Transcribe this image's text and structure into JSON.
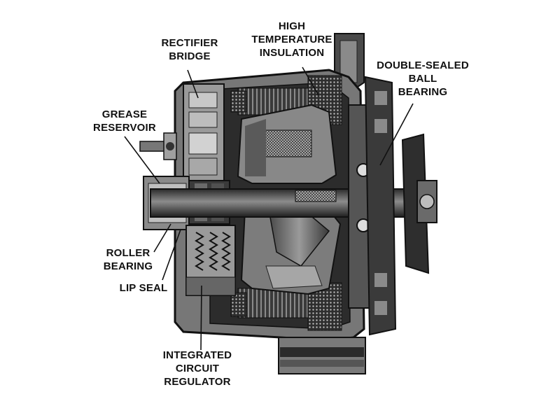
{
  "labels": {
    "rectifier_bridge": [
      "RECTIFIER",
      "BRIDGE"
    ],
    "high_temp_insulation": [
      "HIGH",
      "TEMPERATURE",
      "INSULATION"
    ],
    "double_sealed_bearing": [
      "DOUBLE-SEALED",
      "BALL",
      "BEARING"
    ],
    "grease_reservoir": [
      "GREASE",
      "RESERVOIR"
    ],
    "roller_bearing": [
      "ROLLER",
      "BEARING"
    ],
    "lip_seal": [
      "LIP SEAL"
    ],
    "ic_regulator": [
      "INTEGRATED",
      "CIRCUIT",
      "REGULATOR"
    ]
  },
  "colors": {
    "ink": "#111111",
    "dark": "#2b2b2b",
    "mid": "#6e6e6e",
    "light": "#a8a8a8",
    "pale": "#cfcfcf"
  }
}
